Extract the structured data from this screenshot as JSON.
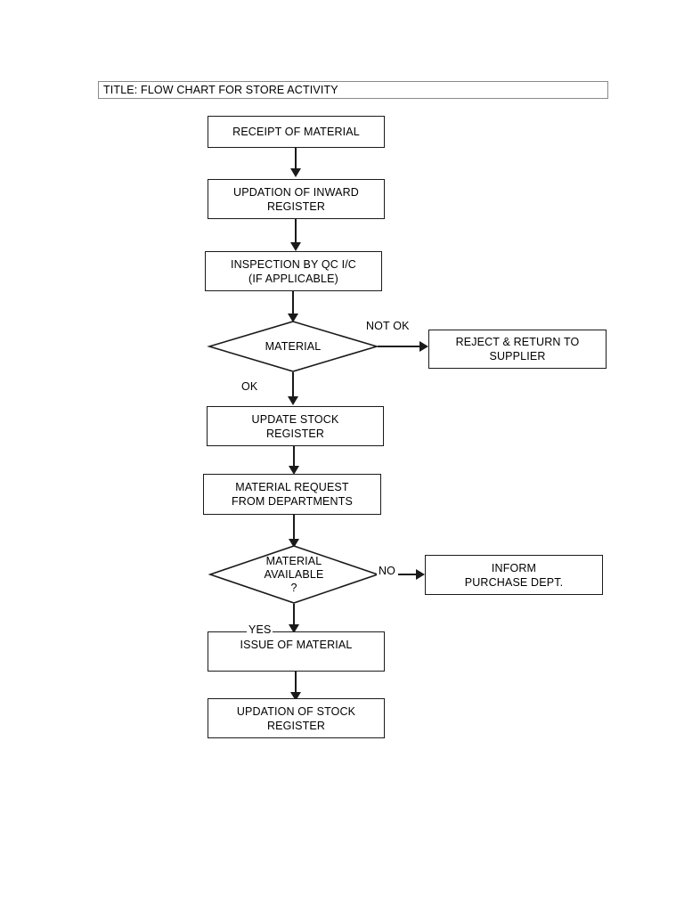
{
  "document": {
    "title_bar": "TITLE: FLOW CHART FOR STORE ACTIVITY"
  },
  "chart_data": {
    "type": "flowchart",
    "title": "TITLE: FLOW CHART FOR STORE ACTIVITY",
    "orientation": "top-to-bottom",
    "nodes": [
      {
        "id": "n1",
        "shape": "process",
        "text": "RECEIPT OF MATERIAL"
      },
      {
        "id": "n2",
        "shape": "process",
        "text_line1": "UPDATION OF INWARD",
        "text_line2": "REGISTER"
      },
      {
        "id": "n3",
        "shape": "process",
        "text_line1": "INSPECTION BY QC I/C",
        "text_line2": "(IF APPLICABLE)"
      },
      {
        "id": "d1",
        "shape": "decision",
        "text": "MATERIAL"
      },
      {
        "id": "n4",
        "shape": "process",
        "text": "REJECT & RETURN TO SUPPLIER",
        "text_line1": "REJECT & RETURN TO",
        "text_line2": "SUPPLIER"
      },
      {
        "id": "n5",
        "shape": "process",
        "text_line1": "UPDATE STOCK",
        "text_line2": "REGISTER"
      },
      {
        "id": "n6",
        "shape": "process",
        "text_line1": "MATERIAL REQUEST",
        "text_line2": "FROM DEPARTMENTS"
      },
      {
        "id": "d2",
        "shape": "decision",
        "text_line1": "MATERIAL",
        "text_line2": "AVAILABLE",
        "text_line3": "?"
      },
      {
        "id": "n7",
        "shape": "process",
        "text_line1": "INFORM",
        "text_line2": "PURCHASE DEPT."
      },
      {
        "id": "n8",
        "shape": "process",
        "text": "ISSUE OF MATERIAL"
      },
      {
        "id": "n9",
        "shape": "process",
        "text_line1": "UPDATION OF STOCK",
        "text_line2": "REGISTER"
      }
    ],
    "edges": [
      {
        "from": "n1",
        "to": "n2",
        "label": ""
      },
      {
        "from": "n2",
        "to": "n3",
        "label": ""
      },
      {
        "from": "n3",
        "to": "d1",
        "label": ""
      },
      {
        "from": "d1",
        "to": "n4",
        "label": "NOT OK"
      },
      {
        "from": "d1",
        "to": "n5",
        "label": "OK"
      },
      {
        "from": "n5",
        "to": "n6",
        "label": ""
      },
      {
        "from": "n6",
        "to": "d2",
        "label": ""
      },
      {
        "from": "d2",
        "to": "n7",
        "label": "NO"
      },
      {
        "from": "d2",
        "to": "n8",
        "label": "YES"
      },
      {
        "from": "n8",
        "to": "n9",
        "label": ""
      }
    ],
    "edge_labels": {
      "not_ok": "NOT OK",
      "ok": "OK",
      "no": "NO",
      "yes": "YES"
    },
    "colors": {
      "stroke": "#1a1a1a",
      "title_border": "#8a8a8a",
      "background": "#ffffff",
      "text": "#000000"
    }
  }
}
